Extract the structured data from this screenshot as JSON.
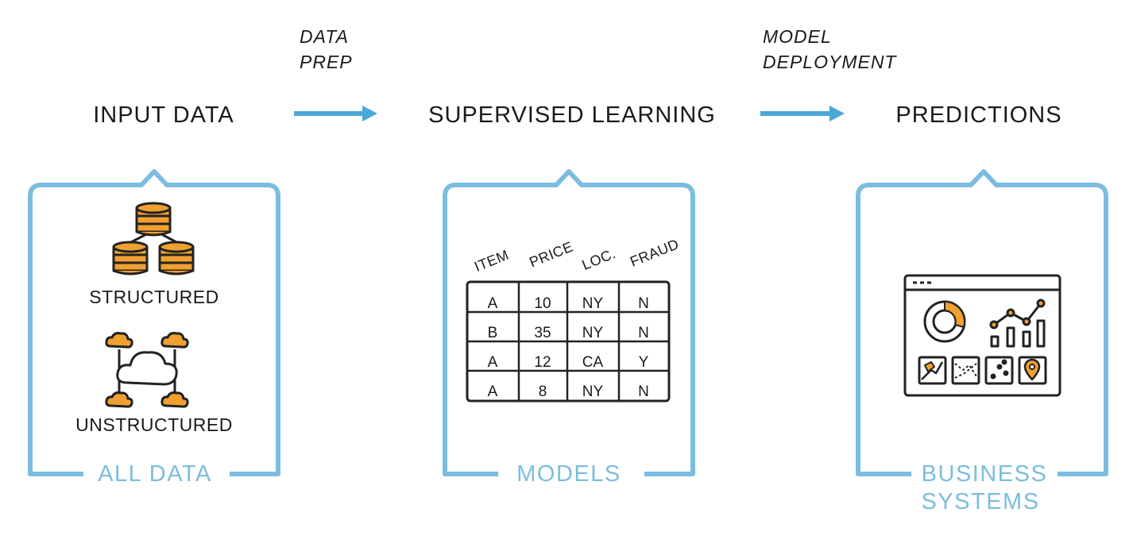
{
  "colors": {
    "frame": "#7bbde0",
    "arrow": "#4aa8d8",
    "accent": "#f0a030",
    "ink": "#1a1a1a",
    "frame_label": "#7bbde0"
  },
  "stages": {
    "input": {
      "title": "INPUT DATA",
      "frame_label": "ALL DATA"
    },
    "learning": {
      "title": "SUPERVISED LEARNING",
      "frame_label": "MODELS"
    },
    "predictions": {
      "title": "PREDICTIONS",
      "frame_label_line1": "BUSINESS",
      "frame_label_line2": "SYSTEMS"
    }
  },
  "arrows": {
    "first": {
      "label_line1": "DATA",
      "label_line2": "PREP"
    },
    "second": {
      "label_line1": "MODEL",
      "label_line2": "DEPLOYMENT"
    }
  },
  "input_items": {
    "structured": {
      "label": "STRUCTURED",
      "icon": "database-network-icon"
    },
    "unstructured": {
      "label": "UNSTRUCTURED",
      "icon": "cloud-network-icon"
    }
  },
  "table": {
    "headers": [
      "ITEM",
      "PRICE",
      "LOC.",
      "FRAUD"
    ],
    "rows": [
      [
        "A",
        "10",
        "NY",
        "N"
      ],
      [
        "B",
        "35",
        "NY",
        "N"
      ],
      [
        "A",
        "12",
        "CA",
        "Y"
      ],
      [
        "A",
        "8",
        "NY",
        "N"
      ]
    ],
    "highlight_value": "Y"
  },
  "dashboard": {
    "icon": "dashboard-icon",
    "widgets": [
      "donut-chart-icon",
      "line-bar-chart-icon",
      "map-icon",
      "route-map-icon",
      "scatter-icon",
      "location-pin-icon"
    ]
  }
}
